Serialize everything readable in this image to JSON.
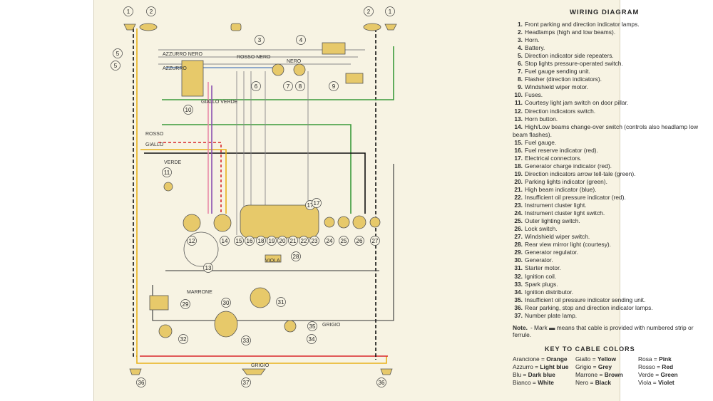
{
  "legend": {
    "title": "WIRING DIAGRAM",
    "items": [
      {
        "n": "1.",
        "t": "Front parking and direction indicator lamps."
      },
      {
        "n": "2.",
        "t": "Headlamps (high and low beams)."
      },
      {
        "n": "3.",
        "t": "Horn."
      },
      {
        "n": "4.",
        "t": "Battery."
      },
      {
        "n": "5.",
        "t": "Direction indicator side repeaters."
      },
      {
        "n": "6.",
        "t": "Stop lights pressure-operated switch."
      },
      {
        "n": "7.",
        "t": "Fuel gauge sending unit."
      },
      {
        "n": "8.",
        "t": "Flasher (direction indicators)."
      },
      {
        "n": "9.",
        "t": "Windshield wiper motor."
      },
      {
        "n": "10.",
        "t": "Fuses."
      },
      {
        "n": "11.",
        "t": "Courtesy light jam switch on door pillar."
      },
      {
        "n": "12.",
        "t": "Direction indicators switch."
      },
      {
        "n": "13.",
        "t": "Horn button."
      },
      {
        "n": "14.",
        "t": "High/Low beams change-over switch (controls also headlamp low beam flashes)."
      },
      {
        "n": "15.",
        "t": "Fuel gauge."
      },
      {
        "n": "16.",
        "t": "Fuel reserve indicator (red)."
      },
      {
        "n": "17.",
        "t": "Electrical connectors."
      },
      {
        "n": "18.",
        "t": "Generator charge indicator (red)."
      },
      {
        "n": "19.",
        "t": "Direction indicators arrow tell-tale (green)."
      },
      {
        "n": "20.",
        "t": "Parking lights indicator (green)."
      },
      {
        "n": "21.",
        "t": "High beam indicator (blue)."
      },
      {
        "n": "22.",
        "t": "Insufficient oil pressure indicator (red)."
      },
      {
        "n": "23.",
        "t": "Instrument cluster light."
      },
      {
        "n": "24.",
        "t": "Instrument cluster light switch."
      },
      {
        "n": "25.",
        "t": "Outer lighting switch."
      },
      {
        "n": "26.",
        "t": "Lock switch."
      },
      {
        "n": "27.",
        "t": "Windshield wiper switch."
      },
      {
        "n": "28.",
        "t": "Rear view mirror light (courtesy)."
      },
      {
        "n": "29.",
        "t": "Generator regulator."
      },
      {
        "n": "30.",
        "t": "Generator."
      },
      {
        "n": "31.",
        "t": "Starter motor."
      },
      {
        "n": "32.",
        "t": "Ignition coil."
      },
      {
        "n": "33.",
        "t": "Spark plugs."
      },
      {
        "n": "34.",
        "t": "Ignition distributor."
      },
      {
        "n": "35.",
        "t": "Insufficient oil pressure indicator sending unit."
      },
      {
        "n": "36.",
        "t": "Rear parking, stop and direction indicator lamps."
      },
      {
        "n": "37.",
        "t": "Number plate lamp."
      }
    ],
    "note_label": "Note.",
    "note_text": "- Mark ▬ means that cable is provided with numbered strip or ferrule."
  },
  "cable_colors": {
    "title": "KEY TO CABLE COLORS",
    "entries": [
      {
        "it": "Arancione",
        "en": "Orange"
      },
      {
        "it": "Giallo",
        "en": "Yellow"
      },
      {
        "it": "Rosa",
        "en": "Pink"
      },
      {
        "it": "Azzurro",
        "en": "Light blue"
      },
      {
        "it": "Grigio",
        "en": "Grey"
      },
      {
        "it": "Rosso",
        "en": "Red"
      },
      {
        "it": "Blu",
        "en": "Dark blue"
      },
      {
        "it": "Marrone",
        "en": "Brown"
      },
      {
        "it": "Verde",
        "en": "Green"
      },
      {
        "it": "Bianco",
        "en": "White"
      },
      {
        "it": "Nero",
        "en": "Black"
      },
      {
        "it": "Viola",
        "en": "Violet"
      }
    ]
  },
  "diagram": {
    "wire_labels": [
      "AZZURRO NERO",
      "AZZURRO",
      "ROSSO",
      "GIALLO",
      "VERDE",
      "NERO",
      "GRIGIO",
      "MARRONE",
      "ROSSO NERO",
      "GIALLO VERDE",
      "VIOLA",
      "GRIGIO"
    ],
    "component_numbers": [
      "1",
      "2",
      "2",
      "1",
      "3",
      "4",
      "5",
      "6",
      "7",
      "8",
      "9",
      "10",
      "11",
      "12",
      "13",
      "14",
      "15",
      "16",
      "17",
      "18",
      "19",
      "20",
      "21",
      "22",
      "23",
      "24",
      "25",
      "26",
      "27",
      "28",
      "29",
      "30",
      "31",
      "32",
      "33",
      "34",
      "35",
      "36",
      "37",
      "36",
      "5",
      "17"
    ],
    "colors": {
      "paper": "#f7f3e3",
      "red": "#d8262a",
      "yellow": "#e8b21a",
      "green": "#3a9a3a",
      "blue": "#2a5fb0",
      "grey": "#888888",
      "black": "#111111",
      "pink": "#e88aa8",
      "violet": "#8a4fb0"
    }
  }
}
